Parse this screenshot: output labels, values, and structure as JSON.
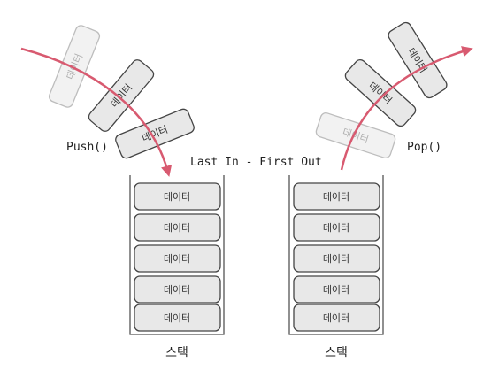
{
  "labels": {
    "push": "Push()",
    "pop": "Pop()",
    "lifo": "Last In - First Out",
    "stack_left": "스택",
    "stack_right": "스택",
    "block": "데이터"
  },
  "colors": {
    "arrow": "#d85a70",
    "block_fill": "#e8e8e8",
    "block_stroke": "#444444",
    "faint_fill": "#f2f2f2",
    "faint_stroke": "#bdbdbd",
    "container_stroke": "#555555"
  }
}
